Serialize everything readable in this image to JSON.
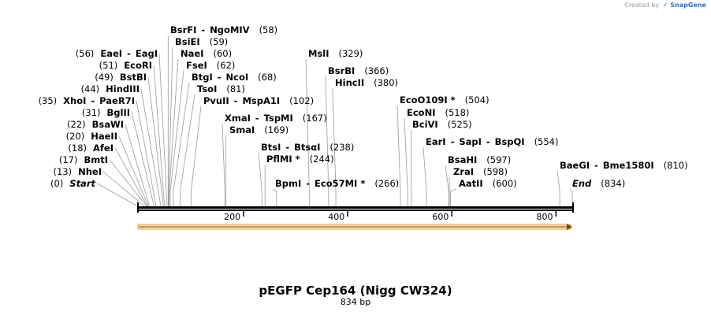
{
  "credit": {
    "text": "Created by",
    "brand": "SnapGene"
  },
  "plasmid": {
    "name": "pEGFP Cep164 (Nigg CW324)",
    "length_label": "834 bp",
    "length": 834
  },
  "ruler": {
    "ticks": [
      "200",
      "400",
      "600",
      "800"
    ]
  },
  "colors": {
    "feature_fill": "#fbe3b8",
    "feature_stroke": "#f0a030",
    "feature_arrow": "#7a4a00",
    "backbone": "#000000"
  },
  "sites": [
    {
      "pos": 0,
      "names": [
        "Start"
      ],
      "pos_label": "(0)",
      "terminal": true,
      "label_side": "left"
    },
    {
      "pos": 13,
      "names": [
        "NheI"
      ],
      "pos_label": "(13)",
      "label_side": "left"
    },
    {
      "pos": 17,
      "names": [
        "BmtI"
      ],
      "pos_label": "(17)",
      "label_side": "left"
    },
    {
      "pos": 18,
      "names": [
        "AfeI"
      ],
      "pos_label": "(18)",
      "label_side": "left"
    },
    {
      "pos": 20,
      "names": [
        "HaeII"
      ],
      "pos_label": "(20)",
      "label_side": "left"
    },
    {
      "pos": 22,
      "names": [
        "BsaWI"
      ],
      "pos_label": "(22)",
      "label_side": "left"
    },
    {
      "pos": 31,
      "names": [
        "BglII"
      ],
      "pos_label": "(31)",
      "label_side": "left"
    },
    {
      "pos": 35,
      "names": [
        "XhoI",
        "PaeR7I"
      ],
      "pos_label": "(35)",
      "label_side": "left"
    },
    {
      "pos": 44,
      "names": [
        "HindIII"
      ],
      "pos_label": "(44)",
      "label_side": "left"
    },
    {
      "pos": 49,
      "names": [
        "BstBI"
      ],
      "pos_label": "(49)",
      "label_side": "left"
    },
    {
      "pos": 51,
      "names": [
        "EcoRI"
      ],
      "pos_label": "(51)",
      "label_side": "left"
    },
    {
      "pos": 56,
      "names": [
        "EaeI",
        "EagI"
      ],
      "pos_label": "(56)",
      "label_side": "left"
    },
    {
      "pos": 58,
      "names": [
        "BsrFI",
        "NgoMIV"
      ],
      "pos_label": "(58)",
      "label_side": "right"
    },
    {
      "pos": 59,
      "names": [
        "BsiEI"
      ],
      "pos_label": "(59)",
      "label_side": "right"
    },
    {
      "pos": 60,
      "names": [
        "NaeI"
      ],
      "pos_label": "(60)",
      "label_side": "right"
    },
    {
      "pos": 62,
      "names": [
        "FseI"
      ],
      "pos_label": "(62)",
      "label_side": "right"
    },
    {
      "pos": 68,
      "names": [
        "BtgI",
        "NcoI"
      ],
      "pos_label": "(68)",
      "label_side": "right"
    },
    {
      "pos": 81,
      "names": [
        "TsoI"
      ],
      "pos_label": "(81)",
      "label_side": "right"
    },
    {
      "pos": 102,
      "names": [
        "PvuII",
        "MspA1I"
      ],
      "pos_label": "(102)",
      "label_side": "right"
    },
    {
      "pos": 167,
      "names": [
        "XmaI",
        "TspMI"
      ],
      "pos_label": "(167)",
      "label_side": "right"
    },
    {
      "pos": 169,
      "names": [
        "SmaI"
      ],
      "pos_label": "(169)",
      "label_side": "right"
    },
    {
      "pos": 238,
      "names": [
        "BtsI",
        "BtsαI"
      ],
      "pos_label": "(238)",
      "label_side": "right"
    },
    {
      "pos": 244,
      "names": [
        "PflMI *"
      ],
      "pos_label": "(244)",
      "label_side": "right"
    },
    {
      "pos": 266,
      "names": [
        "BpmI",
        "Eco57MI *"
      ],
      "pos_label": "(266)",
      "label_side": "right"
    },
    {
      "pos": 329,
      "names": [
        "MslI"
      ],
      "pos_label": "(329)",
      "label_side": "right"
    },
    {
      "pos": 366,
      "names": [
        "BsrBI"
      ],
      "pos_label": "(366)",
      "label_side": "right"
    },
    {
      "pos": 380,
      "names": [
        "HincII"
      ],
      "pos_label": "(380)",
      "label_side": "right"
    },
    {
      "pos": 504,
      "names": [
        "EcoO109I *"
      ],
      "pos_label": "(504)",
      "label_side": "right"
    },
    {
      "pos": 518,
      "names": [
        "EcoNI"
      ],
      "pos_label": "(518)",
      "label_side": "right"
    },
    {
      "pos": 525,
      "names": [
        "BciVI"
      ],
      "pos_label": "(525)",
      "label_side": "right"
    },
    {
      "pos": 554,
      "names": [
        "EarI",
        "SapI",
        "BspQI"
      ],
      "pos_label": "(554)",
      "label_side": "right"
    },
    {
      "pos": 597,
      "names": [
        "BsaHI"
      ],
      "pos_label": "(597)",
      "label_side": "right"
    },
    {
      "pos": 598,
      "names": [
        "ZraI"
      ],
      "pos_label": "(598)",
      "label_side": "right"
    },
    {
      "pos": 600,
      "names": [
        "AatII"
      ],
      "pos_label": "(600)",
      "label_side": "right"
    },
    {
      "pos": 810,
      "names": [
        "BaeGI",
        "Bme1580I"
      ],
      "pos_label": "(810)",
      "label_side": "right"
    },
    {
      "pos": 834,
      "names": [
        "End"
      ],
      "pos_label": "(834)",
      "terminal": true,
      "label_side": "right"
    }
  ]
}
